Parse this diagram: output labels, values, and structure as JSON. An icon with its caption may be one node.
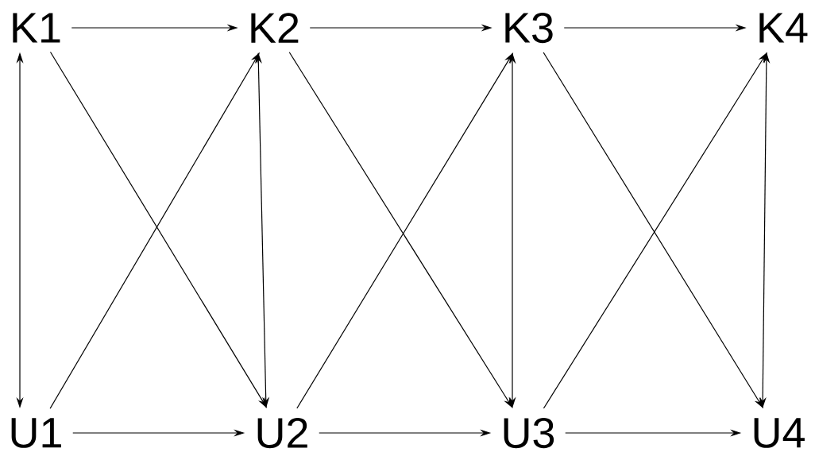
{
  "diagram": {
    "nodes": [
      {
        "text": [
          "K1"
        ]
      },
      {
        "text": [
          "K2"
        ]
      },
      {
        "text": [
          "K3"
        ]
      },
      {
        "text": [
          "K4"
        ]
      },
      {
        "text": [
          "U1"
        ]
      },
      {
        "text": [
          "U2"
        ]
      },
      {
        "text": [
          "U3"
        ]
      },
      {
        "text": [
          "U4"
        ]
      }
    ],
    "edges": [
      {
        "from": 0,
        "to": 1,
        "arrow": "to"
      },
      {
        "from": 1,
        "to": 2,
        "arrow": "to"
      },
      {
        "from": 2,
        "to": 3,
        "arrow": "to"
      },
      {
        "from": 4,
        "to": 5,
        "arrow": "to"
      },
      {
        "from": 5,
        "to": 6,
        "arrow": "to"
      },
      {
        "from": 6,
        "to": 7,
        "arrow": "to"
      },
      {
        "from": 0,
        "to": 4,
        "arrow": "both"
      },
      {
        "from": 1,
        "to": 5,
        "arrow": "both"
      },
      {
        "from": 2,
        "to": 6,
        "arrow": "both"
      },
      {
        "from": 3,
        "to": 7,
        "arrow": "both"
      },
      {
        "from": 0,
        "to": 5,
        "arrow": "to"
      },
      {
        "from": 4,
        "to": 1,
        "arrow": "to"
      },
      {
        "from": 1,
        "to": 6,
        "arrow": "to"
      },
      {
        "from": 5,
        "to": 2,
        "arrow": "to"
      },
      {
        "from": 2,
        "to": 7,
        "arrow": "to"
      },
      {
        "from": 6,
        "to": 3,
        "arrow": "to"
      }
    ]
  }
}
